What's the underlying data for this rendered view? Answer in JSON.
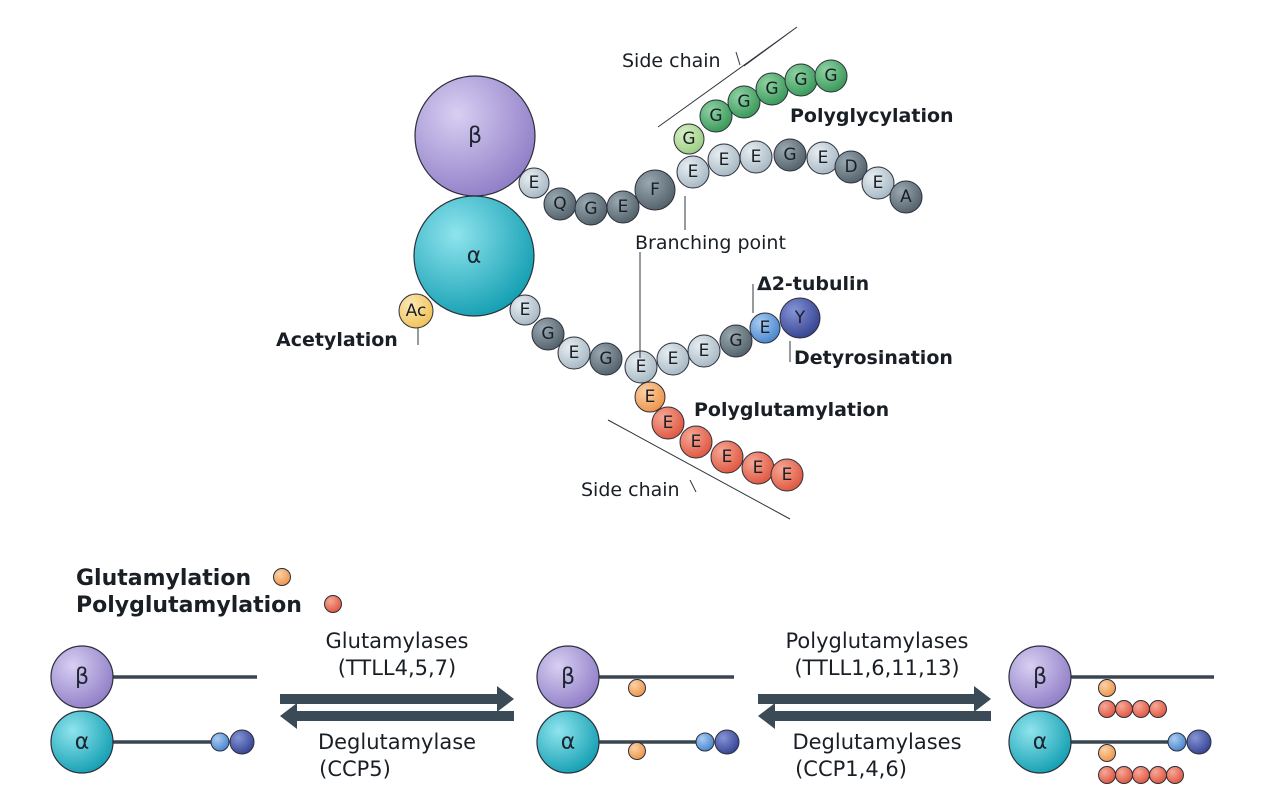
{
  "colors": {
    "beta": "#9f8fd0",
    "alpha": "#1cb5c7",
    "residue_light": "#b7c7d1",
    "residue_dark": "#5f6f7b",
    "glycine": "#3fa35f",
    "glycine_light": "#a8d58f",
    "glutamate_orange": "#f3a25b",
    "glutamate_red": "#e6604a",
    "acetyl": "#f6cf6e",
    "delta2_blue": "#4f8fd6",
    "tyrosine": "#3c4a9d",
    "arrow": "#3a4a56"
  },
  "subunits": {
    "beta": "β",
    "alpha": "α"
  },
  "beta_tail": [
    {
      "letter": "E",
      "tone": "light"
    },
    {
      "letter": "Q",
      "tone": "dark"
    },
    {
      "letter": "G",
      "tone": "dark"
    },
    {
      "letter": "E",
      "tone": "dark"
    },
    {
      "letter": "F",
      "tone": "dark"
    },
    {
      "letter": "E",
      "tone": "light"
    },
    {
      "letter": "E",
      "tone": "light"
    },
    {
      "letter": "E",
      "tone": "light"
    },
    {
      "letter": "G",
      "tone": "dark"
    },
    {
      "letter": "E",
      "tone": "light"
    },
    {
      "letter": "D",
      "tone": "dark"
    },
    {
      "letter": "E",
      "tone": "light"
    },
    {
      "letter": "A",
      "tone": "dark"
    }
  ],
  "glycine_chain": [
    "G",
    "G",
    "G",
    "G",
    "G",
    "G"
  ],
  "alpha_tail": [
    {
      "letter": "E",
      "tone": "light"
    },
    {
      "letter": "G",
      "tone": "dark"
    },
    {
      "letter": "E",
      "tone": "light"
    },
    {
      "letter": "G",
      "tone": "dark"
    },
    {
      "letter": "E",
      "tone": "light"
    },
    {
      "letter": "E",
      "tone": "light"
    },
    {
      "letter": "E",
      "tone": "light"
    },
    {
      "letter": "G",
      "tone": "dark"
    },
    {
      "letter": "E",
      "tone": "blue"
    },
    {
      "letter": "Y",
      "tone": "tyr"
    }
  ],
  "glutamate_chain": [
    "E",
    "E",
    "E",
    "E",
    "E",
    "E"
  ],
  "acetyl_label": "Ac",
  "labels": {
    "side_chain_top": "Side chain",
    "polyglycylation": "Polyglycylation",
    "branching_point": "Branching point",
    "delta2": "Δ2-tubulin",
    "detyrosination": "Detyrosination",
    "acetylation": "Acetylation",
    "polyglutamylation": "Polyglutamylation",
    "side_chain_bottom": "Side chain"
  },
  "legend": {
    "glutamylation": "Glutamylation",
    "polyglutamylation": "Polyglutamylation"
  },
  "reactions": {
    "forward_1": {
      "name": "Glutamylases",
      "enzymes": "(TTLL4,5,7)"
    },
    "reverse_1": {
      "name": "Deglutamylase",
      "enzymes": "(CCP5)"
    },
    "forward_2": {
      "name": "Polyglutamylases",
      "enzymes": "(TTLL1,6,11,13)"
    },
    "reverse_2": {
      "name": "Deglutamylases",
      "enzymes": "(CCP1,4,6)"
    }
  }
}
